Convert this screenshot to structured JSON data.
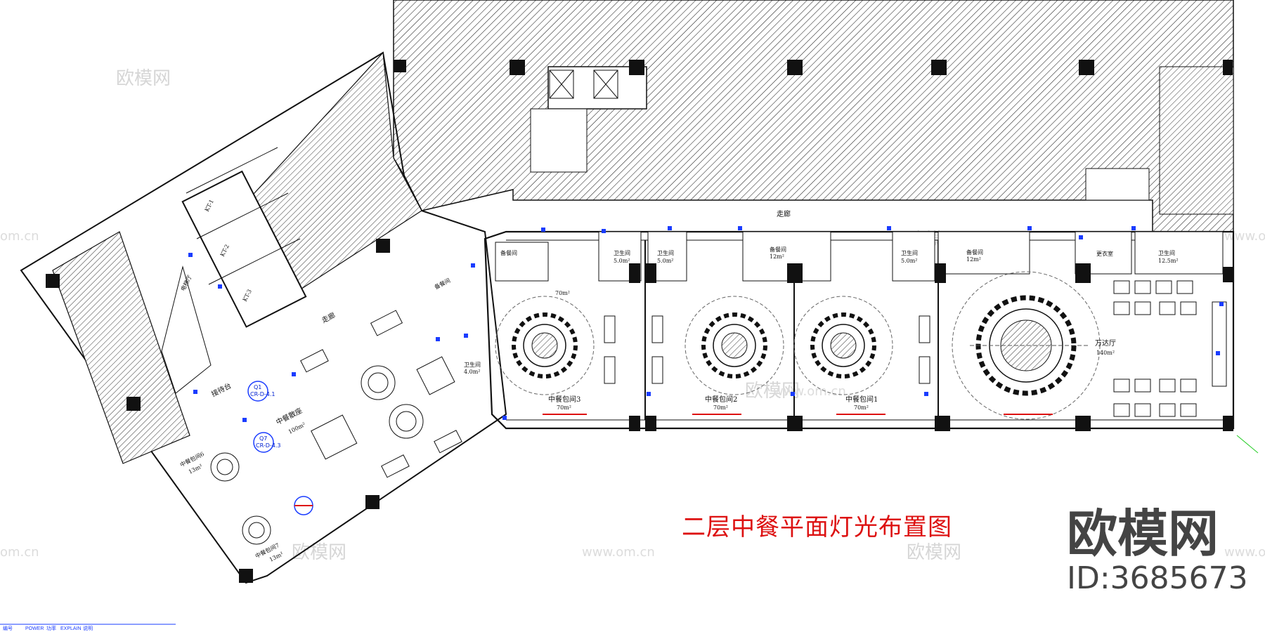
{
  "title": "二层中餐平面灯光布置图",
  "brand": {
    "name": "欧模网",
    "id": "ID:3685673"
  },
  "watermarks": {
    "brand": "欧模网",
    "site": "www.om.cn",
    "site_short": "om.cn"
  },
  "legend": {
    "col1": "编号",
    "col2": "POWER",
    "col3": "功率",
    "col4": "EXPLAIN",
    "col5": "说明"
  },
  "tags": [
    {
      "code": "Q1",
      "ref": "CR-D-4.1"
    },
    {
      "code": "Q7",
      "ref": "CR-D-4.3"
    }
  ],
  "rooms": {
    "corridor_top": "走廊",
    "corridor_left": "走廊",
    "prep1": "备餐间",
    "prep2": "备餐间",
    "prep3": "备餐间",
    "prep3_area": "12m²",
    "prep4": "备餐间",
    "prep4_area": "12m²",
    "wc1": "卫生间",
    "wc1_area": "5.0m²",
    "wc2": "卫生间",
    "wc2_area": "5.0m²",
    "wc3": "卫生间",
    "wc3_area": "5.0m²",
    "wc4": "卫生间",
    "wc4_area": "12.5m²",
    "wc5": "卫生间",
    "wc5_area": "4.0m²",
    "cloak": "更衣室",
    "pr3": "中餐包间3",
    "pr3_area": "70m²",
    "pr3_area_top": "70m²",
    "pr2": "中餐包间2",
    "pr2_area": "70m²",
    "pr1": "中餐包间1",
    "pr1_area": "70m²",
    "banquet": "万达厅",
    "banquet_area": "140m²",
    "hall": "中餐散座",
    "hall_area": "100m²",
    "reception": "接待台",
    "elevator_hall": "电梯厅",
    "pr6": "中餐包间6",
    "pr6_area": "13m²",
    "pr7": "中餐包间7",
    "pr7_area": "13m²",
    "kt1": "KT-1",
    "kt2": "KT-2",
    "kt3": "KT-3"
  }
}
